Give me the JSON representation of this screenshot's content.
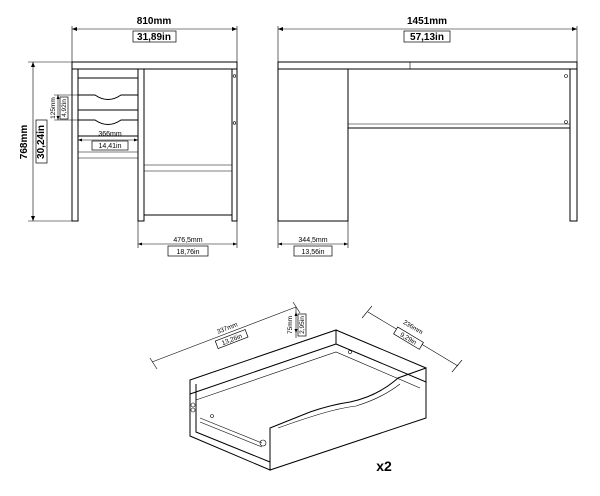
{
  "front_view": {
    "width_mm": "810mm",
    "width_in": "31,89in",
    "height_mm": "768mm",
    "height_in": "30,24in",
    "drawer_h_mm": "125mm",
    "drawer_h_in": "4,92in",
    "drawer_w_mm": "366mm",
    "drawer_w_in": "14,41in",
    "cabinet_w_mm": "476,5mm",
    "cabinet_w_in": "18,76in"
  },
  "side_view": {
    "width_mm": "1451mm",
    "width_in": "57,13in",
    "leg_w_mm": "344,5mm",
    "leg_w_in": "13,56in"
  },
  "drawer_detail": {
    "length_mm": "337mm",
    "length_in": "13,26in",
    "height_mm": "75mm",
    "height_in": "2,95in",
    "depth_mm": "236mm",
    "depth_in": "9,29in",
    "quantity": "x2"
  }
}
